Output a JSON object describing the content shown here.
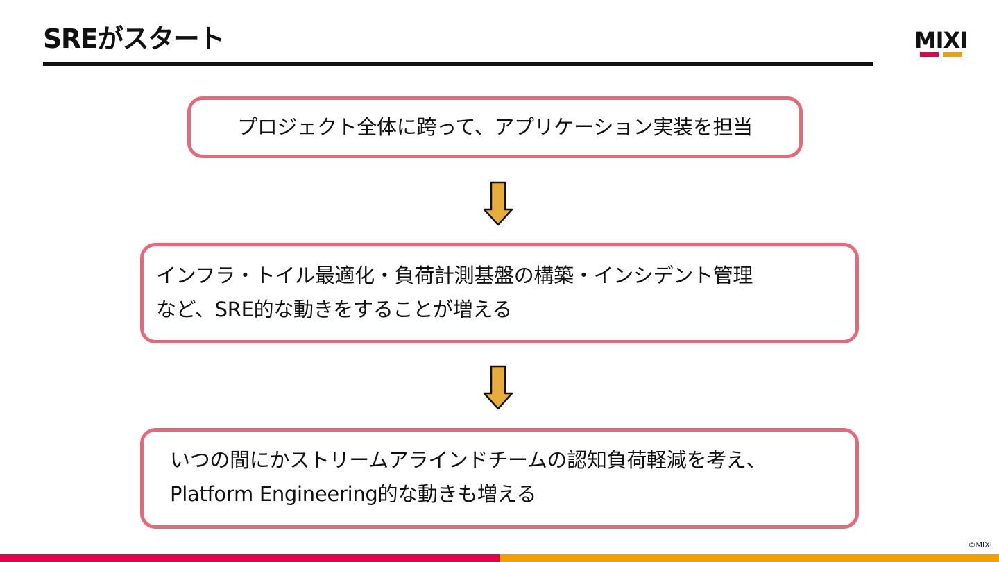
{
  "slide": {
    "title": "SREがスタート",
    "copyright": "©MIXI"
  },
  "logo": {
    "text": "MIXI",
    "colors": {
      "text": "#111111",
      "bar_left": "#e4004f",
      "bar_right": "#f1a000"
    }
  },
  "flow": {
    "step1": "プロジェクト全体に跨って、アプリケーション実装を担当",
    "step2_line1": "インフラ・トイル最適化・負荷計測基盤の構築・インシデント管理",
    "step2_line2": "など、SRE的な動きをすることが増える",
    "step3_line1": "いつの間にかストリームアラインドチームの認知負荷軽減を考え、",
    "step3_line2": "Platform Engineering的な動きも増える",
    "arrow_icon": "down-arrow-icon"
  },
  "colors": {
    "box_border": "#e5687b",
    "arrow_fill": "#e6ac3c",
    "footer_left": "#e4004f",
    "footer_right": "#f1a000"
  }
}
